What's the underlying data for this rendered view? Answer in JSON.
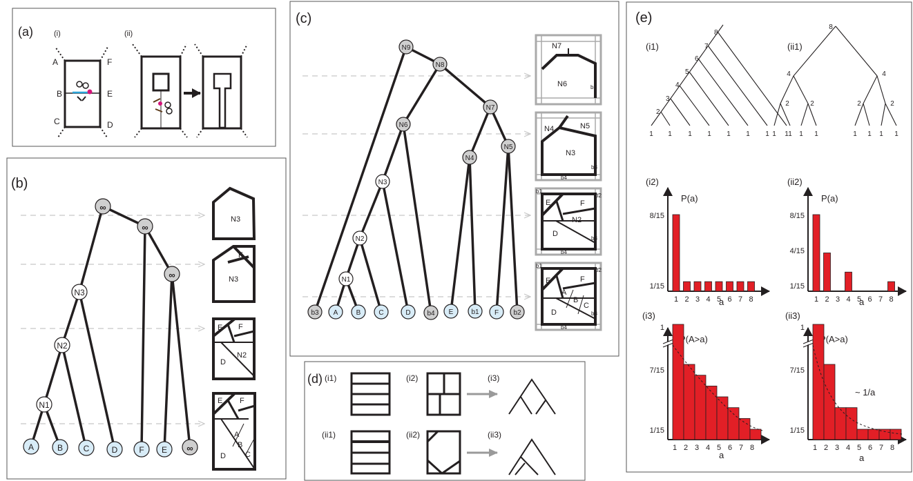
{
  "panel_labels": {
    "a": "(a)",
    "b": "(b)",
    "c": "(c)",
    "d": "(d)",
    "e": "(e)"
  },
  "panel_a": {
    "sub_i": "(i)",
    "sub_ii": "(ii)",
    "corners": [
      "A",
      "F",
      "B",
      "E",
      "C",
      "D"
    ]
  },
  "panel_b": {
    "node_labels": [
      "N3",
      "N2",
      "N1"
    ],
    "leaf_labels": [
      "A",
      "B",
      "C",
      "D",
      "F",
      "E"
    ],
    "infinity": "∞",
    "region_labels": {
      "r1": [
        "N3"
      ],
      "r2": [
        "F",
        "N3"
      ],
      "r3": [
        "E",
        "F",
        "N2",
        "D"
      ],
      "r4": [
        "E",
        "F",
        "A",
        "B",
        "C",
        "D"
      ]
    }
  },
  "panel_c": {
    "node_labels": [
      "N9",
      "N8",
      "N7",
      "N6",
      "N5",
      "N4",
      "N3",
      "N2",
      "N1"
    ],
    "leaf_labels": [
      "b3",
      "A",
      "B",
      "C",
      "D",
      "b4",
      "E",
      "b1",
      "F",
      "b2"
    ],
    "region_labels": {
      "r1": [
        "N7",
        "N6",
        "b3"
      ],
      "r2": [
        "N4",
        "N5",
        "N3",
        "b3",
        "b4"
      ],
      "r3": [
        "b1",
        "b2",
        "E",
        "F",
        "N2",
        "D",
        "b3",
        "b4"
      ],
      "r4": [
        "b1",
        "b2",
        "E",
        "F",
        "A",
        "B",
        "C",
        "D",
        "b3",
        "b4"
      ]
    }
  },
  "panel_d": {
    "labels": [
      "(i1)",
      "(i2)",
      "(i3)",
      "(ii1)",
      "(ii2)",
      "(ii3)"
    ]
  },
  "panel_e": {
    "sub_labels": [
      "(i1)",
      "(ii1)",
      "(i2)",
      "(ii2)",
      "(i3)",
      "(ii3)"
    ],
    "tree_i1_numbers": [
      "8",
      "7",
      "6",
      "5",
      "4",
      "3",
      "2"
    ],
    "tree_ii1_numbers": [
      "8",
      "4",
      "4",
      "2",
      "2",
      "2",
      "2"
    ],
    "leaf_value": "1",
    "axis_label_P": "P(a)",
    "axis_label_cum": "P(A>a)",
    "xlabel": "a",
    "fit_label": "~ 1/a",
    "ytick_labels": {
      "eight": "8/15",
      "four": "4/15",
      "seven": "7/15",
      "one_fifteenth": "1/15",
      "one": "1"
    },
    "x_ticks": [
      "1",
      "2",
      "3",
      "4",
      "5",
      "6",
      "7",
      "8"
    ]
  },
  "chart_data": [
    {
      "type": "bar",
      "ylabel": "P(a)",
      "xlabel": "a",
      "categories": [
        1,
        2,
        3,
        4,
        5,
        6,
        7,
        8
      ],
      "values": [
        0.5333,
        0.0667,
        0.0667,
        0.0667,
        0.0667,
        0.0667,
        0.0667,
        0.0667
      ]
    },
    {
      "type": "bar",
      "ylabel": "P(a)",
      "xlabel": "a",
      "categories": [
        1,
        2,
        3,
        4,
        5,
        6,
        7,
        8
      ],
      "values": [
        0.5333,
        0.2667,
        0,
        0.1333,
        0,
        0,
        0,
        0.0667
      ]
    },
    {
      "type": "bar",
      "ylabel": "P(A>a)",
      "xlabel": "a",
      "categories": [
        1,
        2,
        3,
        4,
        5,
        6,
        7,
        8
      ],
      "values": [
        1,
        0.4667,
        0.4,
        0.3333,
        0.2667,
        0.2,
        0.1333,
        0.0667
      ]
    },
    {
      "type": "bar",
      "ylabel": "P(A>a)",
      "xlabel": "a",
      "categories": [
        1,
        2,
        3,
        4,
        5,
        6,
        7,
        8
      ],
      "values": [
        1,
        0.4667,
        0.2,
        0.2,
        0.0667,
        0.0667,
        0.0667,
        0.0667
      ]
    }
  ]
}
